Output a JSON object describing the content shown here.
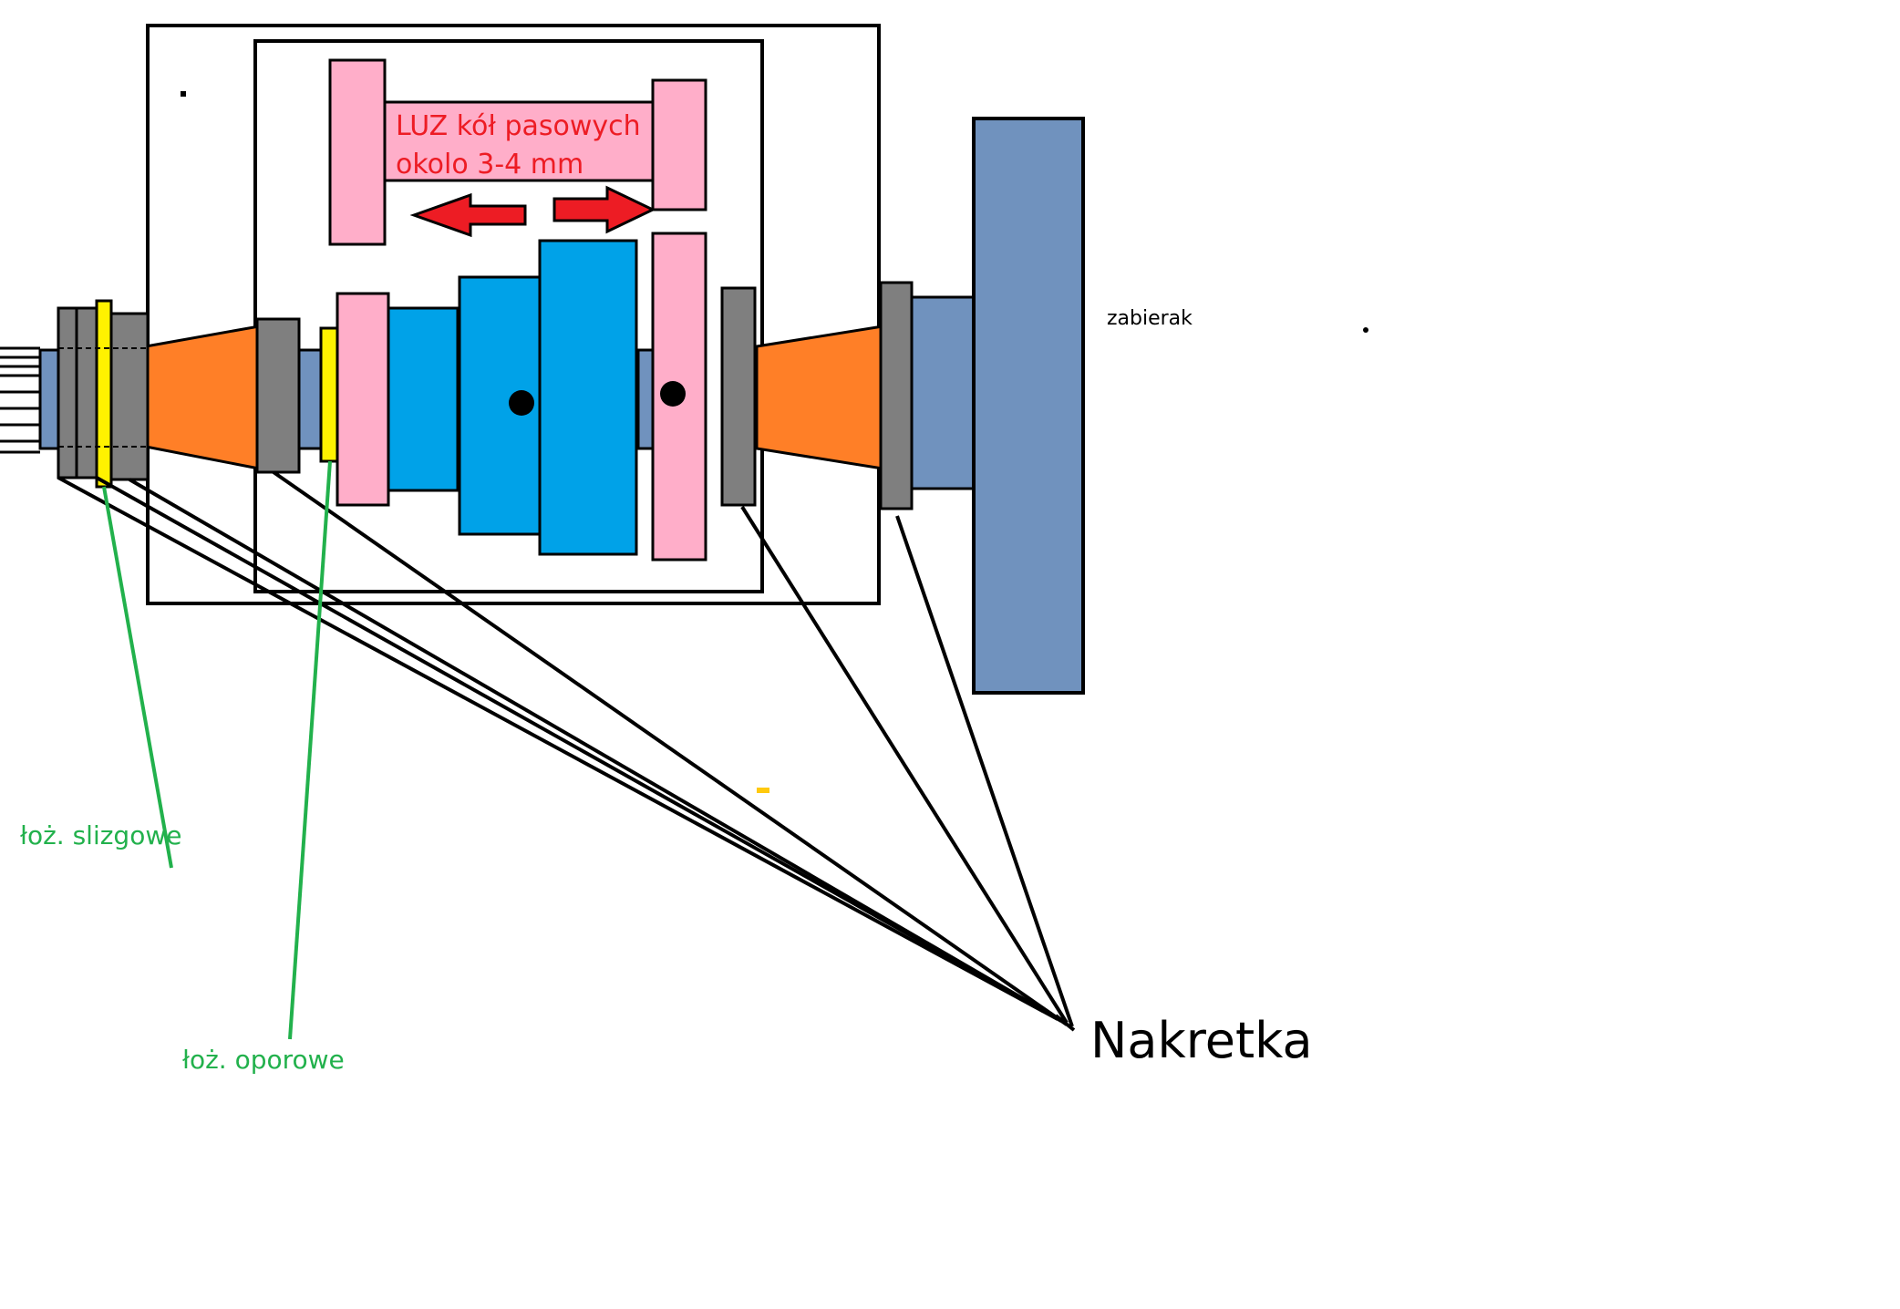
{
  "labels": {
    "luz_line1": "LUZ kół pasowych",
    "luz_line2": "okolo 3-4 mm",
    "zabierak": "zabierak",
    "lozyska_slizgowe": "łoż. slizgowe",
    "lozyska_oporowe": "łoż. oporowe",
    "nakretka": "Nakretka"
  },
  "colors": {
    "outline": "#000000",
    "pink_pulley": "#ffaec9",
    "shaft_blue_gray": "#7092be",
    "gear_blue": "#00a2e8",
    "orange_bushing": "#ff7f27",
    "nut_gray": "#7f7f7f",
    "thrust_yellow": "#fff200",
    "arrow_red": "#ed1c24",
    "label_red": "#ed1c24",
    "label_green": "#22b14c",
    "leader_green": "#22b14c",
    "stray_mark_yellow": "#ffc90e"
  }
}
